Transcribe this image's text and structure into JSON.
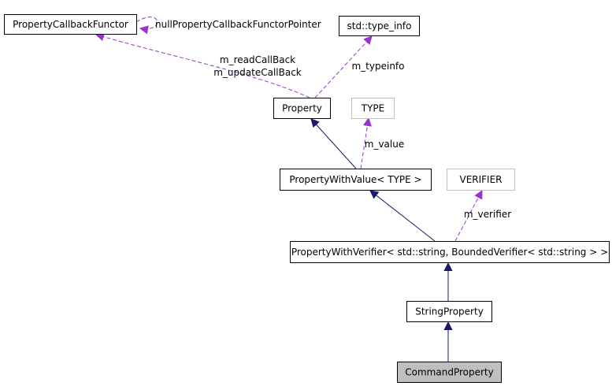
{
  "colors": {
    "inherit": "#191970",
    "usage": "#9a32cd",
    "box_stroke": "#000000",
    "template_stroke": "#bfbfbf",
    "highlight_fill": "#bfbfbf"
  },
  "nodes": [
    {
      "id": "callback_functor",
      "label": "PropertyCallbackFunctor",
      "style": "normal"
    },
    {
      "id": "type_info",
      "label": "std::type_info",
      "style": "normal"
    },
    {
      "id": "property",
      "label": "Property",
      "style": "normal"
    },
    {
      "id": "type",
      "label": "TYPE",
      "style": "template"
    },
    {
      "id": "property_with_value",
      "label": "PropertyWithValue< TYPE >",
      "style": "normal"
    },
    {
      "id": "verifier",
      "label": "VERIFIER",
      "style": "template"
    },
    {
      "id": "property_with_verifier",
      "label": "PropertyWithVerifier< std::string, BoundedVerifier< std::string > >",
      "style": "normal"
    },
    {
      "id": "string_property",
      "label": "StringProperty",
      "style": "normal"
    },
    {
      "id": "command_property",
      "label": "CommandProperty",
      "style": "highlight"
    }
  ],
  "edges": [
    {
      "id": "self_callback",
      "kind": "usage",
      "from": "callback_functor",
      "to": "callback_functor",
      "labels": [
        "nullPropertyCallbackFunctorPointer"
      ]
    },
    {
      "id": "property_callbacks",
      "kind": "usage",
      "from": "property",
      "to": "callback_functor",
      "labels": [
        "m_readCallBack",
        "m_updateCallBack"
      ]
    },
    {
      "id": "property_typeinfo",
      "kind": "usage",
      "from": "property",
      "to": "type_info",
      "labels": [
        "m_typeinfo"
      ]
    },
    {
      "id": "pwv_property",
      "kind": "inherit",
      "from": "property_with_value",
      "to": "property",
      "labels": []
    },
    {
      "id": "pwv_type",
      "kind": "usage",
      "from": "property_with_value",
      "to": "type",
      "labels": [
        "m_value"
      ]
    },
    {
      "id": "pwver_pwv",
      "kind": "inherit",
      "from": "property_with_verifier",
      "to": "property_with_value",
      "labels": []
    },
    {
      "id": "pwver_verifier",
      "kind": "usage",
      "from": "property_with_verifier",
      "to": "verifier",
      "labels": [
        "m_verifier"
      ]
    },
    {
      "id": "string_pwver",
      "kind": "inherit",
      "from": "string_property",
      "to": "property_with_verifier",
      "labels": []
    },
    {
      "id": "command_string",
      "kind": "inherit",
      "from": "command_property",
      "to": "string_property",
      "labels": []
    }
  ]
}
